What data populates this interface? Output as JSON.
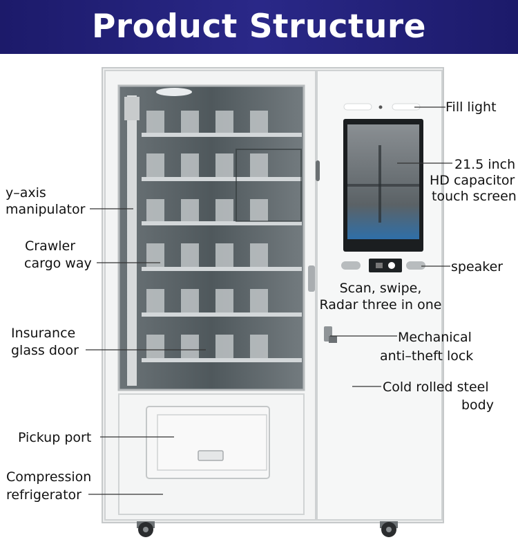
{
  "title": "Product Structure",
  "labels": {
    "fill_light": "Fill light",
    "screen_line1": "21.5 inch",
    "screen_line2": "HD capacitor",
    "screen_line3": "touch screen",
    "yaxis_line1": "y–axis",
    "yaxis_line2": "manipulator",
    "crawler_line1": "Crawler",
    "crawler_line2": "cargo way",
    "speaker": "speaker",
    "scan_line1": "Scan, swipe,",
    "scan_line2": "Radar three in one",
    "glass_line1": "Insurance",
    "glass_line2": "glass door",
    "lock_line1": "Mechanical",
    "lock_line2": "anti–theft lock",
    "steel_line1": "Cold rolled steel",
    "steel_line2": "body",
    "pickup": "Pickup port",
    "compressor_line1": "Compression",
    "compressor_line2": "refrigerator"
  },
  "colors": {
    "banner": "#24227a",
    "cabinet": "#f1f2f2",
    "frame": "#c9cccd",
    "glass": "#5c6468"
  }
}
